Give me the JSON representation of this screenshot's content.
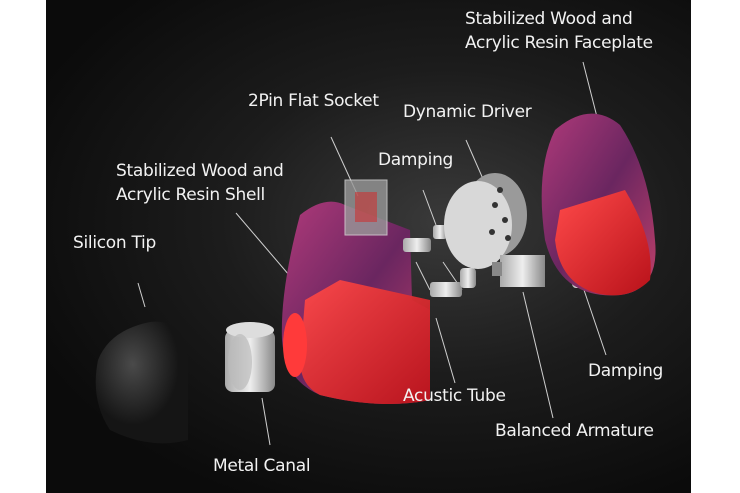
{
  "title": "Earphone exploded view",
  "labels": {
    "faceplate_1": "Stabilized Wood and",
    "faceplate_2": "Acrylic Resin Faceplate",
    "socket": "2Pin Flat Socket",
    "dynamic_driver": "Dynamic Driver",
    "damping_top": "Damping",
    "shell_1": "Stabilized Wood and",
    "shell_2": "Acrylic Resin Shell",
    "silicon_tip": "Silicon Tip",
    "damping_right": "Damping",
    "acoustic_tube": "Acustic Tube",
    "balanced_armature": "Balanced Armature",
    "metal_canal": "Metal Canal"
  },
  "colors": {
    "background": "#111111",
    "shell_red": "#e0242a",
    "wood_purple": "#8a2a6a",
    "label": "#f2f2f2"
  }
}
